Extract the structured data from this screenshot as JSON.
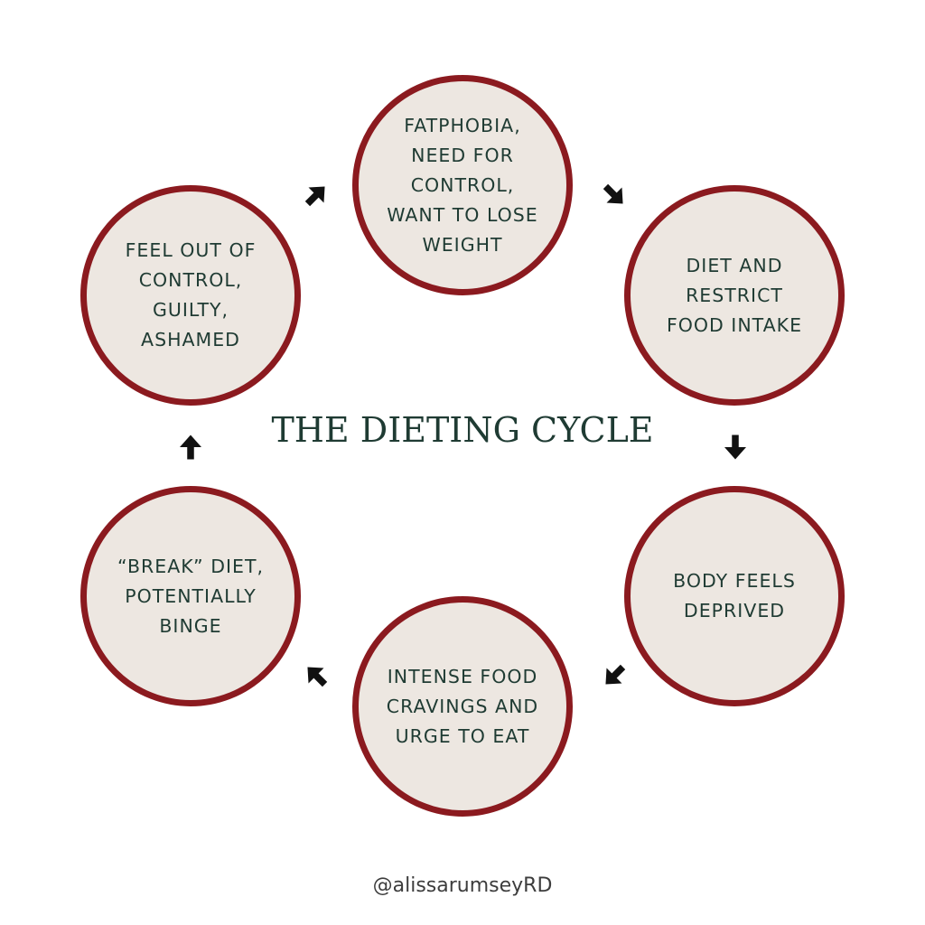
{
  "title": "THE DIETING CYCLE",
  "handle": "@alissarumseyRD",
  "colors": {
    "circle_border": "#8b1a1f",
    "circle_fill": "#ede7e1",
    "text": "#1f3b33",
    "arrow": "#111111"
  },
  "steps": [
    {
      "label": "FATPHOBIA,\nNEED FOR\nCONTROL,\nWANT TO LOSE\nWEIGHT"
    },
    {
      "label": "DIET AND\nRESTRICT\nFOOD INTAKE"
    },
    {
      "label": "BODY FEELS\nDEPRIVED"
    },
    {
      "label": "INTENSE FOOD\nCRAVINGS AND\nURGE TO EAT"
    },
    {
      "label": "“BREAK” DIET,\nPOTENTIALLY\nBINGE"
    },
    {
      "label": "FEEL OUT OF\nCONTROL,\nGUILTY,\nASHAMED"
    }
  ],
  "arrows": [
    {
      "icon": "arrow-down-right-icon",
      "from": 0,
      "to": 1
    },
    {
      "icon": "arrow-down-icon",
      "from": 1,
      "to": 2
    },
    {
      "icon": "arrow-down-left-icon",
      "from": 2,
      "to": 3
    },
    {
      "icon": "arrow-up-left-icon",
      "from": 3,
      "to": 4
    },
    {
      "icon": "arrow-up-icon",
      "from": 4,
      "to": 5
    },
    {
      "icon": "arrow-up-right-icon",
      "from": 5,
      "to": 0
    }
  ]
}
